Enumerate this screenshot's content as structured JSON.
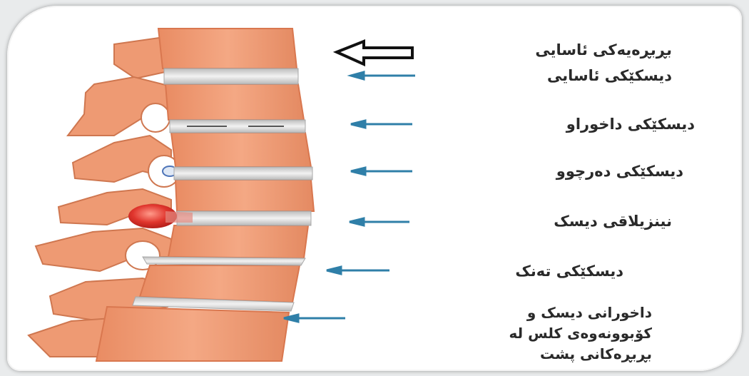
{
  "labels": {
    "normal_vertebra": "بڕبڕەیەکی ئاسایی",
    "normal_disc": "دیسکێکی ئاسایی",
    "worn_disc": "دیسکێکی داخوراو",
    "bulging_disc": "دیسکێکی دەرچوو",
    "herniated_disc": "نینزیلاقی دیسک",
    "thin_disc": "دیسکێکی تەنک",
    "degeneration": "داخورانی دیسک و\nکۆبوونەوەی کلس لە\nبڕبڕەکانی پشت"
  },
  "colors": {
    "bone": "#f2a07a",
    "bone_dark": "#d9774f",
    "disc": "#d8d8d8",
    "arrow": "#2f7fa8",
    "herniation": "#d9302b"
  }
}
